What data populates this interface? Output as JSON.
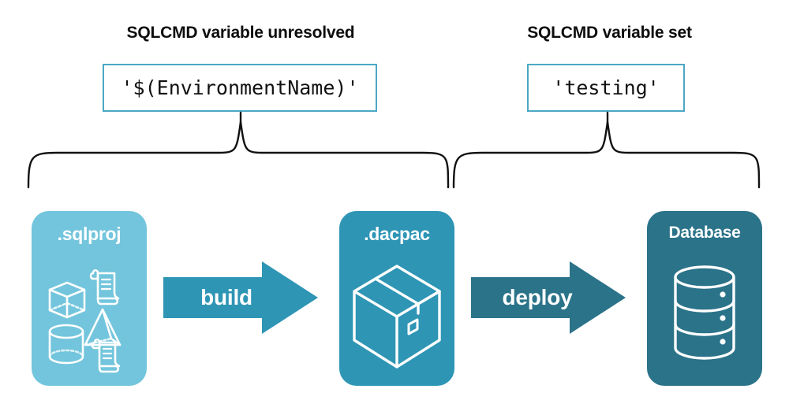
{
  "diagram": {
    "title_left": "SQLCMD variable unresolved",
    "title_right": "SQLCMD variable set",
    "code_left": "'$(EnvironmentName)'",
    "code_right": "'testing'",
    "stages": [
      {
        "label": ".sqlproj",
        "icon": "sql-project-objects-icon",
        "color": "#72c5dc"
      },
      {
        "label": ".dacpac",
        "icon": "package-box-icon",
        "color": "#2e95b5"
      },
      {
        "label": "Database",
        "icon": "database-cylinder-icon",
        "color": "#2b7389"
      }
    ],
    "arrows": [
      {
        "label": "build",
        "color": "#2e95b5"
      },
      {
        "label": "deploy",
        "color": "#2b7389"
      }
    ],
    "colors": {
      "code_border": "#4ba8c4",
      "heading_text": "#0d0d0d",
      "brace_stroke": "#111111",
      "background": "#ffffff"
    }
  }
}
